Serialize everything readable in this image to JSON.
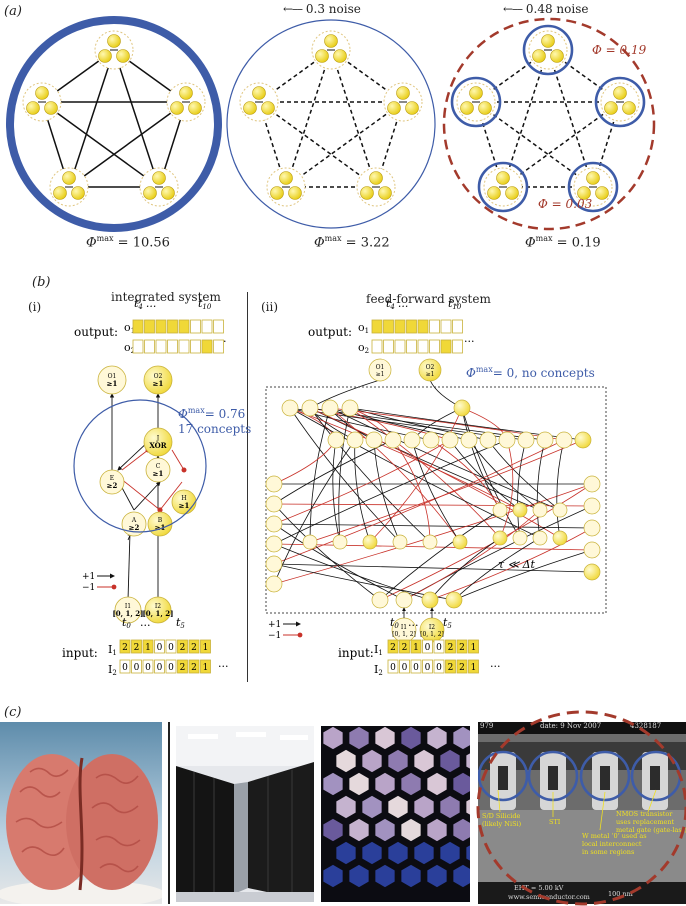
{
  "panel_a": {
    "label": "(a)",
    "noise_1": "0.3 noise",
    "noise_2": "0.48 noise",
    "phi_1": "10.56",
    "phi_2": "3.22",
    "phi_3": "0.19",
    "phi_symbol": "Φ",
    "phi_sup": "max",
    "local_phi_top": "Φ = 0.19",
    "local_phi_bottom": "Φ = 0.03"
  },
  "panel_b": {
    "label": "(b)",
    "left": {
      "tag": "(i)",
      "title": "integrated system",
      "output_label": "output:",
      "o1": "o",
      "o1_sub": "1",
      "o2": "o",
      "o2_sub": "2",
      "t_start": "t",
      "t_start_sub": "4",
      "t_ellipsis": "...",
      "t_end": "t",
      "t_end_sub": "10",
      "trail": "...",
      "phi_value": "= 0.76",
      "concepts": "17 concepts",
      "input_label": "input:",
      "i1": "I",
      "i1_sub": "1",
      "i2": "I",
      "i2_sub": "2",
      "t0": "t",
      "t0_sub": "0",
      "t5": "t",
      "t5_sub": "5",
      "input_row1": [
        "2",
        "2",
        "1",
        "0",
        "0",
        "2",
        "2",
        "1"
      ],
      "input_row2": [
        "0",
        "0",
        "0",
        "0",
        "0",
        "2",
        "2",
        "1"
      ],
      "legend_pos": "+1",
      "legend_neg": "−1",
      "nodes": {
        "O1": "O1",
        "O1g": "≥1",
        "O2": "O2",
        "O2g": "≥1",
        "J": "J",
        "Jg": "XOR",
        "E": "E",
        "Eg": "≥2",
        "C": "C",
        "Cg": "≥1",
        "H": "H",
        "Hg": "≥1",
        "A": "A",
        "Ag": "≥2",
        "B": "B",
        "Bg": "≥1",
        "I1": "I1",
        "I1r": "[0, 1, 2]",
        "I2": "I2",
        "I2r": "[0, 1, 2]"
      }
    },
    "right": {
      "tag": "(ii)",
      "title": "feed-forward system",
      "output_label": "output:",
      "phi_value": "= 0, no concepts",
      "tau": "τ ≪ Δt",
      "input_label": "input:",
      "input_row1": [
        "2",
        "2",
        "1",
        "0",
        "0",
        "2",
        "2",
        "1"
      ],
      "input_row2": [
        "0",
        "0",
        "0",
        "0",
        "0",
        "2",
        "2",
        "1"
      ],
      "nodes": {
        "O1": "O1",
        "O1g": "≥1",
        "O2": "O2",
        "O2g": "≥1",
        "I1": "I1",
        "I1r": "[0, 1, 2]",
        "I2": "I2",
        "I2r": "[0, 1, 2]"
      }
    }
  },
  "panel_c": {
    "label": "(c)",
    "sem_header_left": "979",
    "sem_date": "date: 9 Nov 2007",
    "sem_id": "4328187",
    "sem_ann_1": "S/D Silicide\n(likely NiSi)",
    "sem_ann_2": "STI",
    "sem_ann_3": "NMOS transistor\nuses replacement\nmetal gate (gate-last)",
    "sem_ann_4": "W metal ‘0’ used as\nlocal interconnect\nin some regions",
    "sem_eht": "EHT = 5.00 kV",
    "sem_site": "www.semiconductor.com",
    "sem_scale": "100 nm"
  },
  "colors": {
    "node_yellow": "#f3e23c",
    "thick_blue": "#3e5ca8",
    "dashed_red": "#a33a2c",
    "inhib_red": "#c8322a",
    "phi_blue": "#3e5ca8"
  }
}
